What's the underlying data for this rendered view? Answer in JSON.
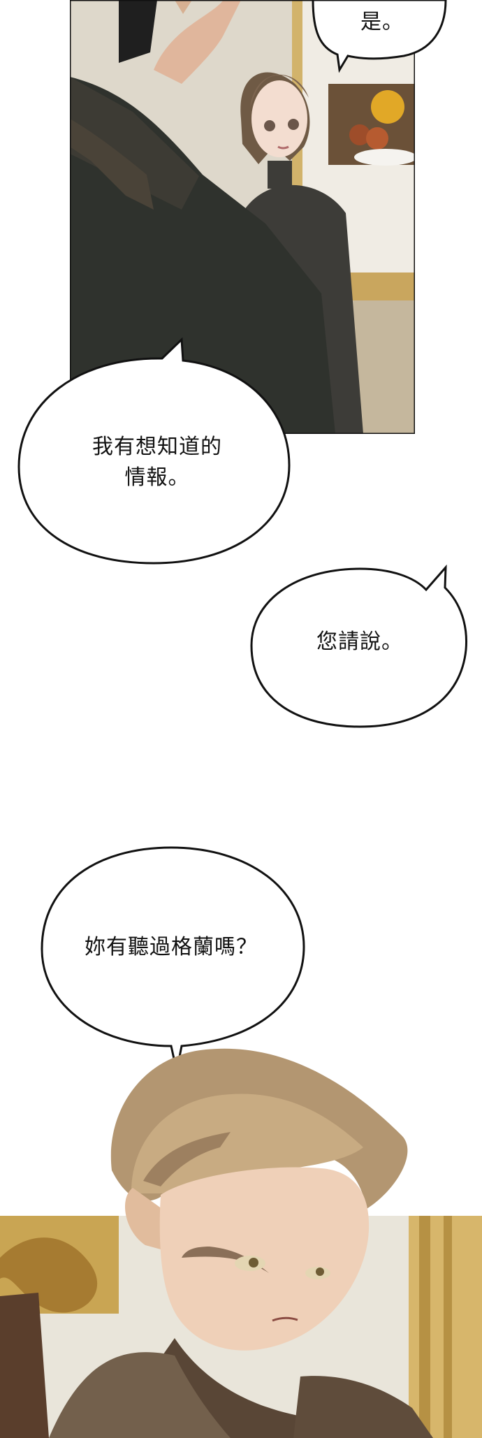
{
  "panels": [
    {
      "description_id": "panel-top"
    },
    {
      "description_id": "panel-bottom"
    }
  ],
  "bubbles": {
    "top": "是。",
    "first": "我有想知道的\n情報。",
    "second": "您請說。",
    "third": "妳有聽過格蘭嗎？"
  },
  "colors": {
    "ink": "#111111",
    "jacket": "#2f322d",
    "hair_dark": "#6f5a45",
    "hair_light": "#b89d75",
    "wall": "#e8e2d6",
    "gold": "#c8a349"
  }
}
